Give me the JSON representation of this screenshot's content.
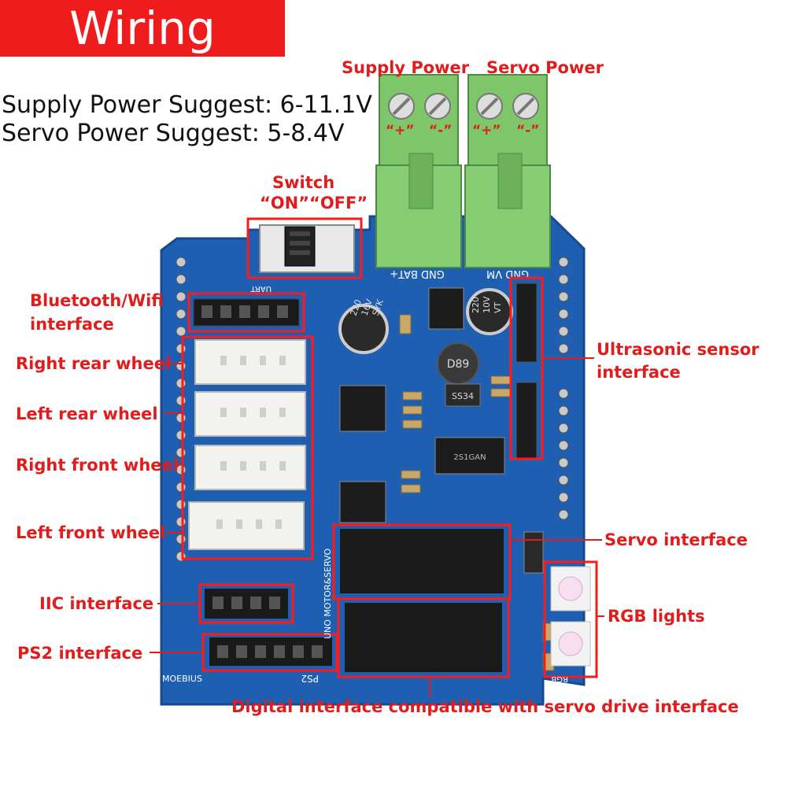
{
  "title": "Wiring",
  "specs": {
    "supply": "Supply Power Suggest: 6-11.1V",
    "servo": "Servo Power Suggest: 5-8.4V"
  },
  "labels": {
    "supply_power": "Supply Power",
    "servo_power": "Servo Power",
    "plus": "“+”",
    "minus": "“-”",
    "switch_title": "Switch",
    "switch_states": "“ON”“OFF”",
    "bluetooth": "Bluetooth/Wifi",
    "bluetooth2": "interface",
    "right_rear": "Right rear wheel",
    "left_rear": "Left rear wheel",
    "right_front": "Right front wheel",
    "left_front": "Left front wheel",
    "iic": "IIC interface",
    "ps2": "PS2 interface",
    "ultrasonic": "Ultrasonic sensor",
    "ultrasonic2": "interface",
    "servo_iface": "Servo interface",
    "rgb": "RGB lights",
    "digital": "Digital interface compatible with servo drive interface"
  },
  "silkscreen": {
    "gnd_bat": "GND BAT+",
    "gnd_vm": "GND VM",
    "brand": "MOEBIUS",
    "ps2": "PS2",
    "uart": "UART",
    "cap1_a": "220",
    "cap1_b": "16V",
    "cap1_c": "SYK",
    "cap2_a": "220",
    "cap2_b": "10V",
    "cap2_c": "VT",
    "inductor": "D89",
    "diode": "SS34",
    "chip": "2S1GAN",
    "board_model": "UNO MOTOR&SERVO",
    "rgb_label": "RGB"
  },
  "colors": {
    "board": "#1e5fb0",
    "terminal": "#7ec66a",
    "annotation": "#e01c1c"
  }
}
